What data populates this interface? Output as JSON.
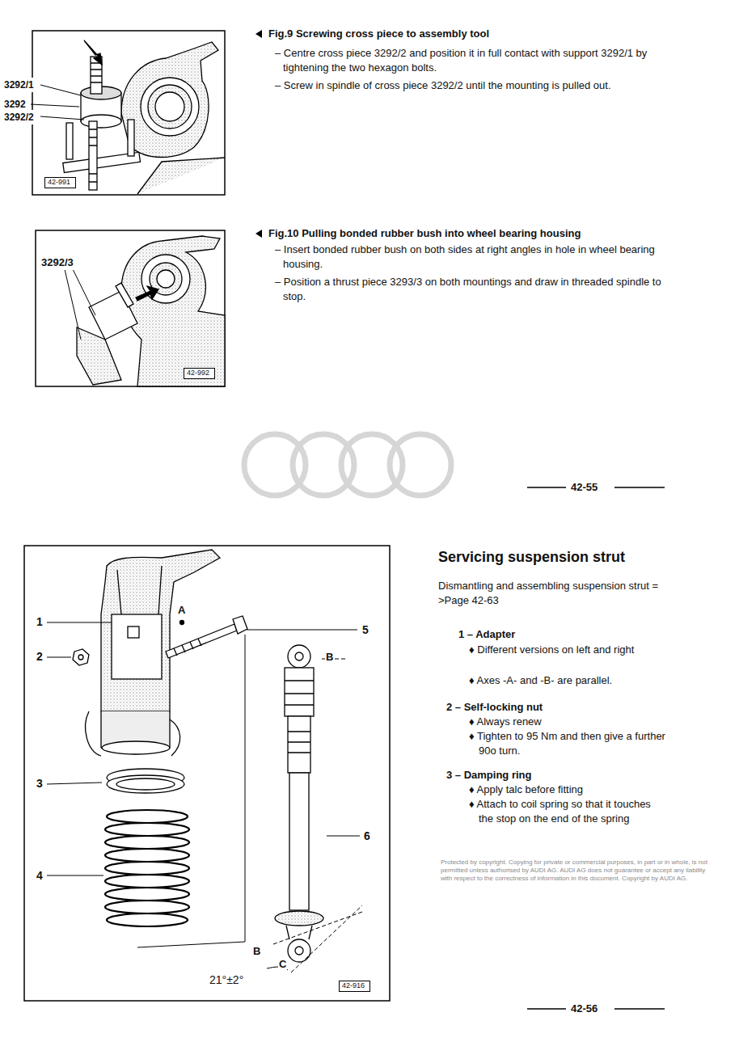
{
  "diagram": {
    "title": "Servicing suspension strut",
    "nodes": [
      {
        "text": [
          "42-991"
        ]
      },
      {
        "text": [
          "42-992"
        ]
      },
      {
        "text": [
          "42-916"
        ]
      }
    ],
    "labels": [
      "Fig.9 Screwing cross piece to assembly tool",
      "– Centre cross piece 3292/2 and position it in full contact with support 3292/1 by tightening the two hexagon bolts.",
      "– Screw in spindle of cross piece 3292/2 until the mounting is pulled out.",
      "3292/1",
      "3292",
      "3292/2",
      "Fig.10 Pulling bonded rubber bush into wheel bearing housing",
      "– Insert bonded rubber bush on both sides at right angles in hole in wheel bearing housing.",
      "– Position a thrust piece 3293/3 on both mountings and draw in threaded spindle to stop.",
      "3292/3",
      "42-55",
      "Dismantling and assembling suspension strut = >Page 42-63",
      "1 – Adapter",
      "♦ Different versions on left and right",
      "♦ Axes -A- and -B- are parallel.",
      "2 – Self-locking nut",
      "♦ Always renew",
      "♦ Tighten to 95 Nm and then give a further 90o turn.",
      "3 – Damping ring",
      "♦ Apply talc before fitting",
      "♦ Attach to coil spring so that it touches the stop on the end of the spring",
      "1",
      "2",
      "3",
      "4",
      "5",
      "6",
      "A",
      "B",
      "B",
      "C",
      "21°±2°",
      "42-56",
      "Protected by copyright. Copying for private or commercial purposes, in part or in whole, is not permitted unless authorised by AUDI AG. AUDI AG does not guarantee or accept any liability with respect to the correctness of information in this document. Copyright by AUDI AG."
    ]
  }
}
